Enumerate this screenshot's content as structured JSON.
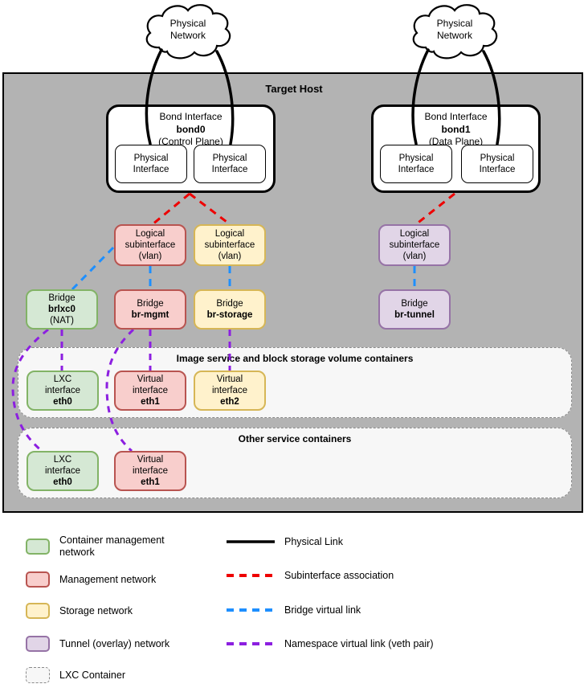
{
  "palette": {
    "host_fill": "#b3b3b3",
    "container_management_fill": "#d5e8d4",
    "container_management_stroke": "#82b366",
    "management_fill": "#f8cecc",
    "management_stroke": "#b85450",
    "storage_fill": "#fff2cc",
    "storage_stroke": "#d6b656",
    "tunnel_fill": "#e1d5e7",
    "tunnel_stroke": "#9673a6",
    "physical_link": "#000000",
    "subinterface_link": "#ee0000",
    "bridge_link": "#1e8fff",
    "namespace_link": "#8c1fe0"
  },
  "host": {
    "title": "Target Host"
  },
  "clouds": {
    "left": {
      "label": "Physical\nNetwork"
    },
    "right": {
      "label": "Physical\nNetwork"
    }
  },
  "nodes": {
    "bond0": {
      "title": "Bond Interface",
      "name": "bond0",
      "sub": "(Control Plane)"
    },
    "bond1": {
      "title": "Bond Interface",
      "name": "bond1",
      "sub": "(Data Plane)"
    },
    "physical_interface": {
      "label": "Physical\nInterface"
    },
    "vlan_mgmt": {
      "label": "Logical\nsubinterface\n(vlan)"
    },
    "vlan_storage": {
      "label": "Logical\nsubinterface\n(vlan)"
    },
    "vlan_tunnel": {
      "label": "Logical\nsubinterface\n(vlan)"
    },
    "brlxc0": {
      "title": "Bridge",
      "name": "brlxc0",
      "sub": "(NAT)"
    },
    "br_mgmt": {
      "title": "Bridge",
      "name": "br-mgmt"
    },
    "br_storage": {
      "title": "Bridge",
      "name": "br-storage"
    },
    "br_tunnel": {
      "title": "Bridge",
      "name": "br-tunnel"
    }
  },
  "containers": {
    "c1": {
      "title": "Image service and block storage volume containers",
      "eth0": {
        "top": "LXC\ninterface",
        "name": "eth0"
      },
      "eth1": {
        "top": "Virtual\ninterface",
        "name": "eth1"
      },
      "eth2": {
        "top": "Virtual\ninterface",
        "name": "eth2"
      }
    },
    "c2": {
      "title": "Other service containers",
      "eth0": {
        "top": "LXC\ninterface",
        "name": "eth0"
      },
      "eth1": {
        "top": "Virtual\ninterface",
        "name": "eth1"
      }
    }
  },
  "legend": {
    "networks": [
      {
        "label": "Container management\nnetwork",
        "swatch": "green"
      },
      {
        "label": "Management network",
        "swatch": "red"
      },
      {
        "label": "Storage network",
        "swatch": "yellow"
      },
      {
        "label": "Tunnel (overlay) network",
        "swatch": "purple"
      },
      {
        "label": "LXC Container",
        "swatch": "lxc-dashed"
      }
    ],
    "links": [
      {
        "label": "Physical Link",
        "style": "solid-black"
      },
      {
        "label": "Subinterface association",
        "style": "dashed-red"
      },
      {
        "label": "Bridge virtual link",
        "style": "dashed-blue"
      },
      {
        "label": "Namespace virtual link (veth pair)",
        "style": "dashed-purple"
      }
    ]
  }
}
